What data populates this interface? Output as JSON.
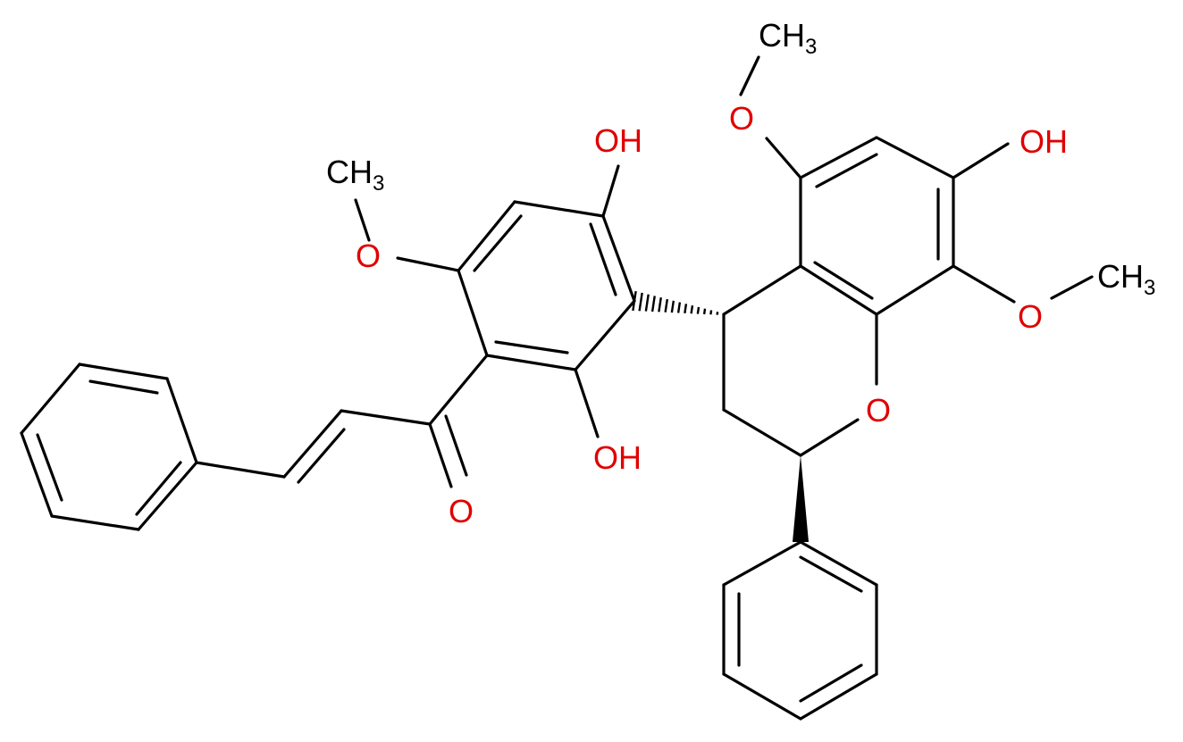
{
  "colors": {
    "bond": "#000000",
    "oxygen": "#e00000",
    "carbon_label": "#000000",
    "background": "#ffffff"
  },
  "labels": {
    "ring_o": "O",
    "carbonyl_o": "O",
    "oh_top_mid": "OH",
    "oh_mid_low": "OH",
    "oh_top_right": "OH",
    "ome_left_o": "O",
    "ome_left_c": "CH",
    "ome_left_sub": "3",
    "ome_top_o": "O",
    "ome_top_c": "CH",
    "ome_top_sub": "3",
    "ome_right_o": "O",
    "ome_right_c": "CH",
    "ome_right_sub": "3"
  }
}
